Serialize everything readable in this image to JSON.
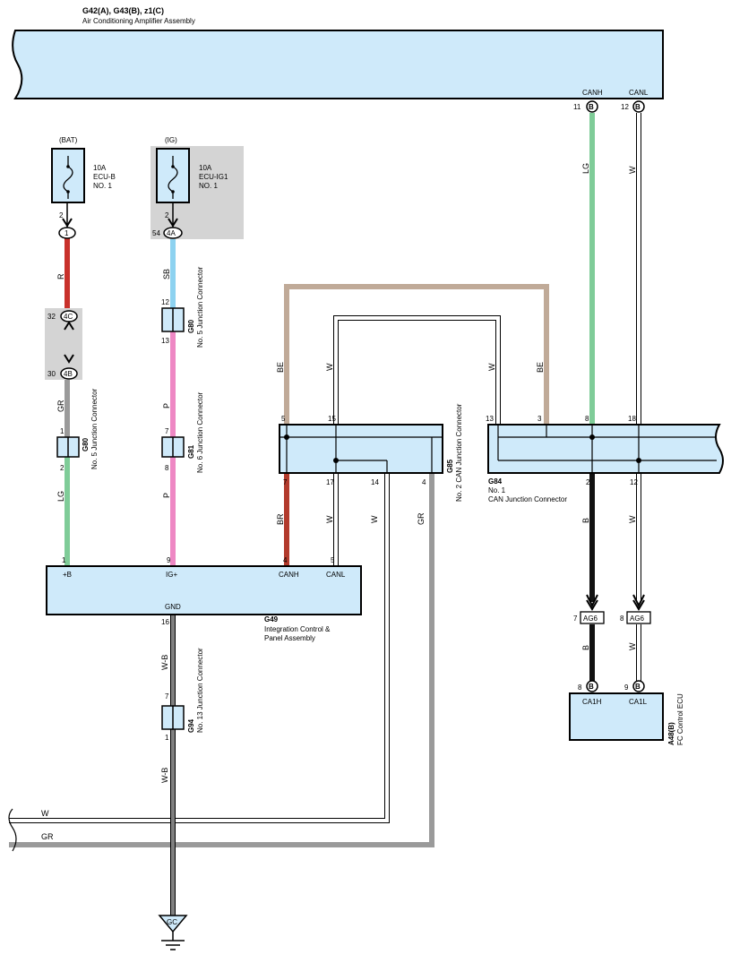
{
  "title": {
    "codes": "G42(A), G43(B), z1(C)",
    "name": "Air Conditioning Amplifier Assembly"
  },
  "colors": {
    "component_fill": "#cfeafa",
    "splice_fill": "#d4d4d4",
    "wire_R": "#c8312b",
    "wire_GR": "#9a9a9a",
    "wire_LG": "#7fcc98",
    "wire_SB": "#8dd2f0",
    "wire_P": "#ee88c4",
    "wire_BE": "#c0aa98",
    "wire_BR": "#b23a2c",
    "wire_B": "#111111",
    "wire_W": "#ffffff"
  },
  "ac_amp": {
    "canh_label": "CANH",
    "canl_label": "CANL",
    "canh_pin": "11",
    "canl_pin": "12",
    "connector_letter": "B"
  },
  "fuse_bat": {
    "supply": "(BAT)",
    "rating": "10A",
    "name": "ECU-B",
    "number": "NO. 1",
    "pin": "2",
    "connector_label": "1"
  },
  "fuse_ig": {
    "supply": "(IG)",
    "rating": "10A",
    "name": "ECU-IG1",
    "number": "NO. 1",
    "pin": "2",
    "outer_pin": "54",
    "connector_label": "4A"
  },
  "junction_4c_4b": {
    "top_pin": "32",
    "top_label": "4C",
    "bottom_pin": "30",
    "bottom_label": "4B"
  },
  "wires": {
    "bat_top": "R",
    "bat_mid": "GR",
    "bat_bottom": "LG",
    "ig_top": "SB",
    "ig_mid": "P",
    "ig_bottom": "P",
    "g85_left_top": "BE",
    "g85_mid_top": "W",
    "g84_left_top": "W",
    "g84_mid_top": "BE",
    "canh_amp": "LG",
    "canl_amp": "W",
    "g85_canh_down": "BR",
    "g85_canl_down": "W",
    "g85_pin14_down": "W",
    "g85_pin4_down": "GR",
    "g84_b_down": "B",
    "g84_w_down": "W",
    "fc_b": "B",
    "fc_w": "W",
    "gnd_top": "W-B",
    "gnd_bottom": "W-B",
    "bottom_w": "W",
    "bottom_gr": "GR"
  },
  "g80_left": {
    "code": "G80",
    "name": "No. 5 Junction Connector",
    "top_pin": "1",
    "bottom_pin": "2"
  },
  "g80_right": {
    "code": "G80",
    "name": "No. 5 Junction Connector",
    "top_pin": "12",
    "bottom_pin": "13"
  },
  "g81": {
    "code": "G81",
    "name": "No. 6 Junction Connector",
    "top_pin": "7",
    "bottom_pin": "8"
  },
  "g94": {
    "code": "G94",
    "name": "No. 13 Junction Connector",
    "top_pin": "7",
    "bottom_pin": "1"
  },
  "g85": {
    "code": "G85",
    "name": "No. 2 CAN Junction Connector",
    "top_pins": [
      "5",
      "15"
    ],
    "bottom_pins": [
      "7",
      "17",
      "14",
      "4"
    ]
  },
  "g84": {
    "code": "G84",
    "name_line1": "No. 1",
    "name_line2": "CAN Junction Connector",
    "top_pins": [
      "13",
      "3",
      "8",
      "18"
    ],
    "bottom_pins": [
      "2",
      "12"
    ]
  },
  "g49": {
    "code": "G49",
    "name_line1": "Integration Control &",
    "name_line2": "Panel Assembly",
    "terminals": [
      "+B",
      "IG+",
      "CANH",
      "CANL",
      "GND"
    ],
    "pins": [
      "1",
      "9",
      "4",
      "5",
      "16"
    ]
  },
  "ag6": {
    "label": "AG6",
    "left_pin": "7",
    "right_pin": "8"
  },
  "fc_ecu": {
    "code": "A48(B)",
    "name": "FC Control ECU",
    "terminals": [
      "CA1H",
      "CA1L"
    ],
    "pins": [
      "8",
      "9"
    ],
    "connector_letter": "B"
  },
  "ground": {
    "label": "GC"
  }
}
